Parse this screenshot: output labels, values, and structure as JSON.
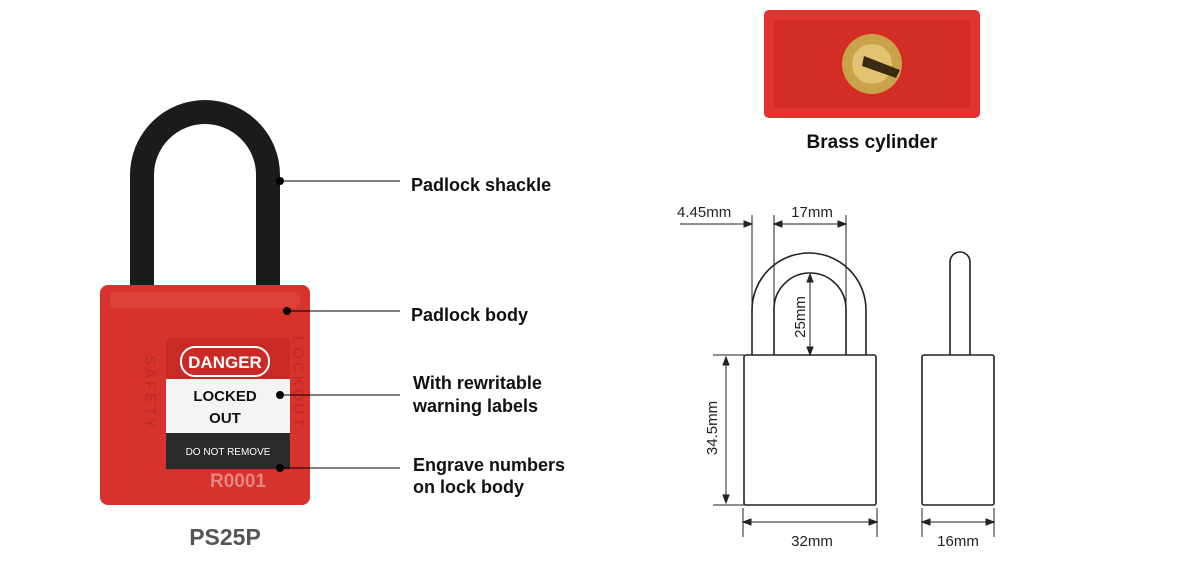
{
  "photo": {
    "label_danger": "DANGER",
    "label_locked": "LOCKED",
    "label_out": "OUT",
    "label_remove": "DO NOT REMOVE",
    "engrave_number": "R0001",
    "side_left": "SAFETY",
    "side_right": "LOCKOUT",
    "model": "PS25P"
  },
  "callouts": [
    {
      "line1": "Padlock shackle"
    },
    {
      "line1": "Padlock body"
    },
    {
      "line1": "With rewritable",
      "line2": "warning labels"
    },
    {
      "line1": "Engrave numbers",
      "line2": "on lock body"
    }
  ],
  "cylinder": {
    "caption": "Brass cylinder"
  },
  "dimensions": {
    "shackle_thickness": "4.45mm",
    "shackle_inner_width": "17mm",
    "shackle_clearance": "25mm",
    "body_height": "34.5mm",
    "body_width": "32mm",
    "body_depth": "16mm"
  },
  "colors": {
    "body": "#d8322c",
    "shackle": "#1b1b1b",
    "brass": "#c9a24a"
  }
}
